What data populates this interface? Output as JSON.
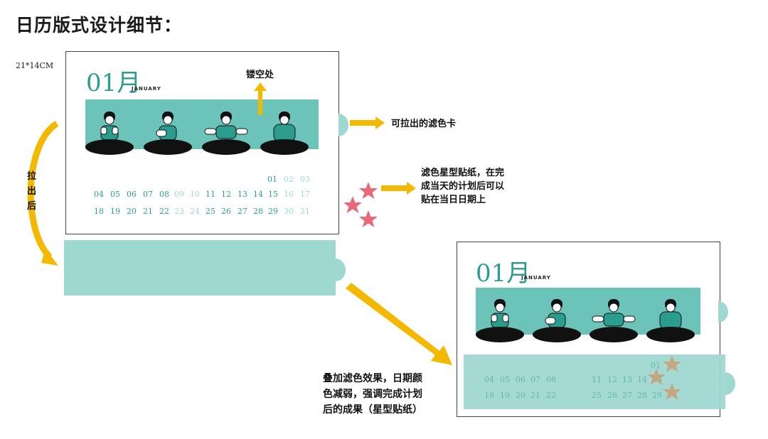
{
  "title": "日历版式设计细节：",
  "size_label": "21*14CM",
  "colors": {
    "teal": "#2a9d8f",
    "band": "#6cc3b9",
    "filter": "#9fd8d1",
    "arrow": "#f5b800",
    "star": "#e8697a",
    "star_marked": "#c6a27a"
  },
  "calendar": {
    "month": "01月",
    "month_en": "JANUARY",
    "rows": [
      [
        "01",
        "02",
        "03"
      ],
      [
        "04",
        "05",
        "06",
        "07",
        "08",
        "09",
        "10",
        "11",
        "12",
        "13",
        "14",
        "15",
        "16",
        "17"
      ],
      [
        "18",
        "19",
        "20",
        "21",
        "22",
        "23",
        "24",
        "25",
        "26",
        "27",
        "28",
        "29",
        "30",
        "31"
      ]
    ]
  },
  "annotations": {
    "hollow": "镂空处",
    "pull_card": "可拉出的滤色卡",
    "pull_after": "拉出后",
    "stickers": [
      "滤色星型贴纸，在完",
      "成当天的计划后可以",
      "贴在当日日期上"
    ],
    "effect": [
      "叠加滤色效果，日期颜",
      "色减弱，强调完成计划",
      "后的成果（星型贴纸）"
    ]
  }
}
